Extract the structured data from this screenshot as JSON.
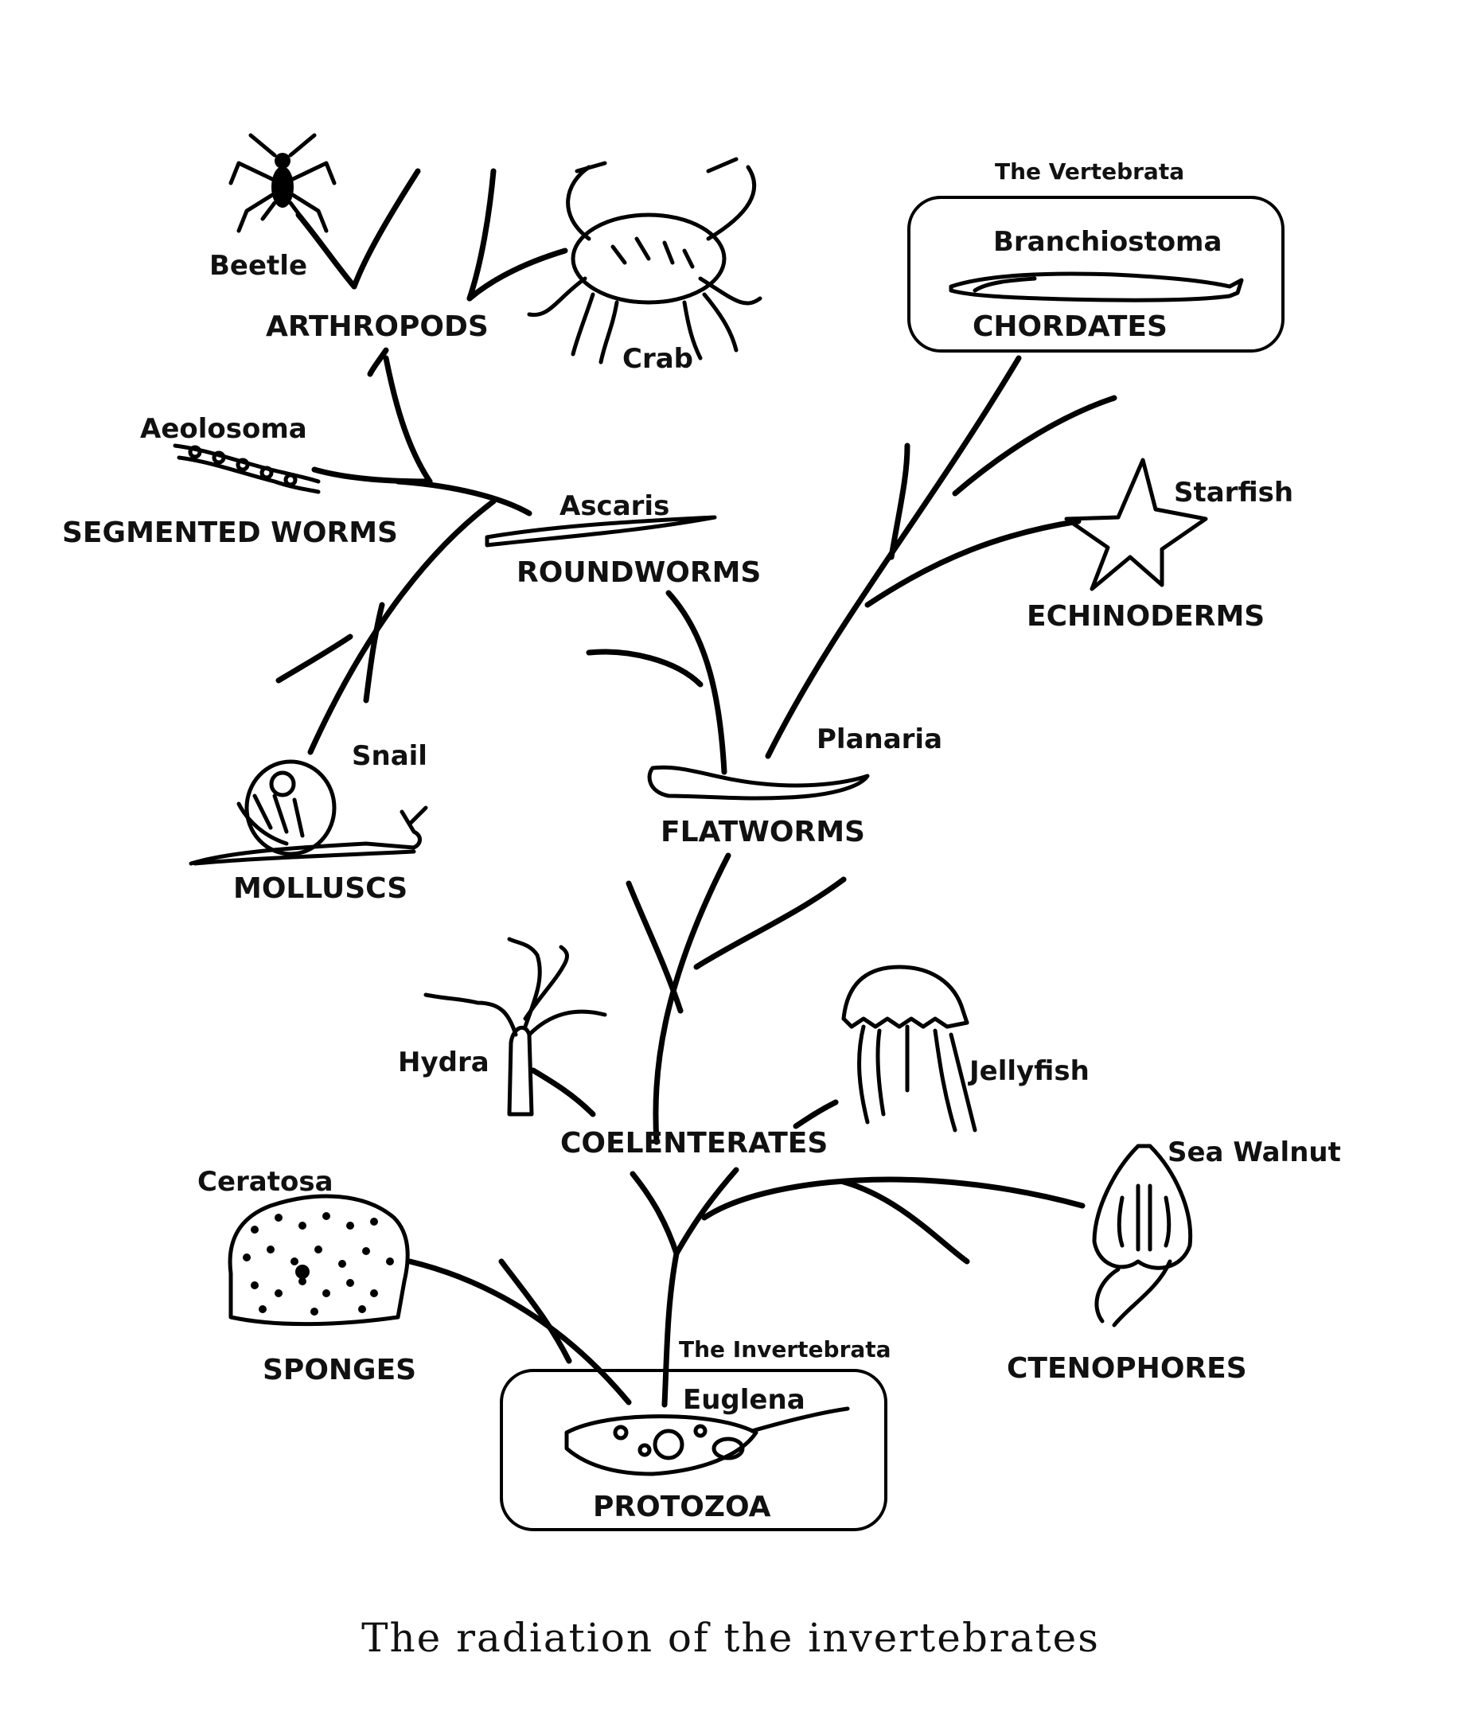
{
  "groups": {
    "arthropods": "ARTHROPODS",
    "segmented_worms": "SEGMENTED WORMS",
    "roundworms": "ROUNDWORMS",
    "molluscs": "MOLLUSCS",
    "flatworms": "FLATWORMS",
    "chordates": "CHORDATES",
    "echinoderms": "ECHINODERMS",
    "coelenterates": "COELENTERATES",
    "sponges": "SPONGES",
    "ctenophores": "CTENOPHORES",
    "protozoa": "PROTOZOA"
  },
  "organisms": {
    "beetle": "Beetle",
    "crab": "Crab",
    "aeolosoma": "Aeolosoma",
    "ascaris": "Ascaris",
    "snail": "Snail",
    "planaria": "Planaria",
    "branchiostoma": "Branchiostoma",
    "starfish": "Starfish",
    "hydra": "Hydra",
    "jellyfish": "Jellyfish",
    "ceratosa": "Ceratosa",
    "sea_walnut": "Sea Walnut",
    "euglena": "Euglena"
  },
  "headers": {
    "vertebrata": "The Vertebrata",
    "invertebrata": "The Invertebrata"
  },
  "caption": "The radiation of the invertebrates"
}
